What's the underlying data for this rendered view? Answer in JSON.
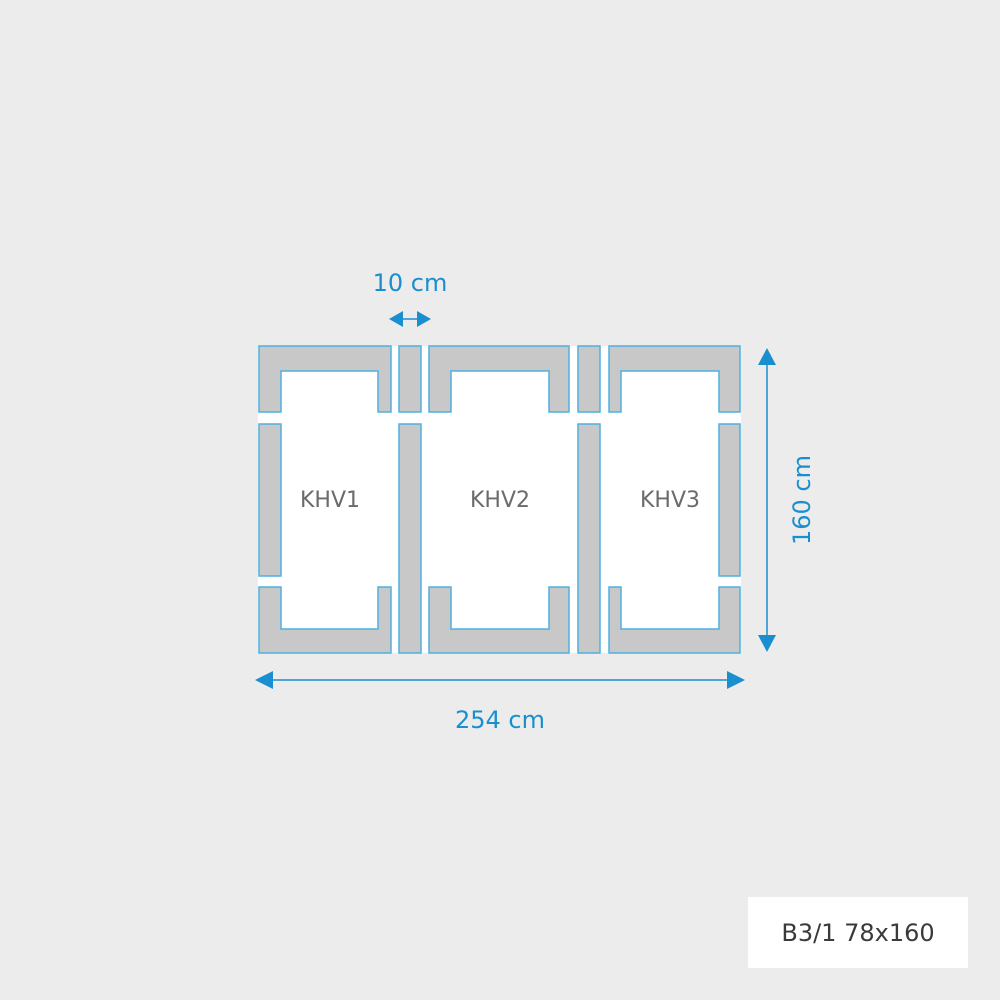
{
  "colors": {
    "background": "#ececec",
    "frame_fill": "#c8c8c8",
    "frame_stroke": "#4fb0df",
    "dimension": "#1a8fcf",
    "window_label": "#6b6b6b",
    "product_label": "#3a3a3a"
  },
  "dimensions": {
    "gap": "10 cm",
    "total_width": "254 cm",
    "height": "160 cm"
  },
  "windows": [
    {
      "label": "KHV1"
    },
    {
      "label": "KHV2"
    },
    {
      "label": "KHV3"
    }
  ],
  "product_label": "B3/1 78x160"
}
